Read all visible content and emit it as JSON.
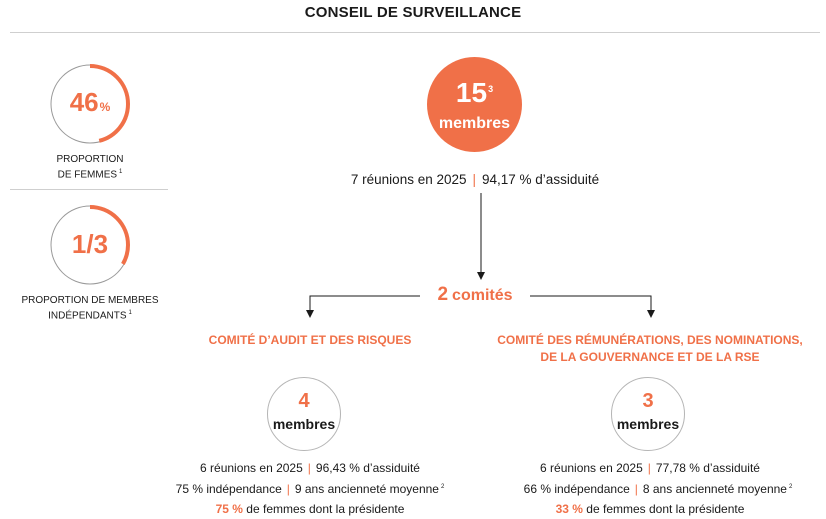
{
  "title": "CONSEIL DE SURVEILLANCE",
  "left_stats": [
    {
      "value": "46",
      "unit": "%",
      "label_line1": "PROPORTION",
      "label_line2": "DE FEMMES",
      "footnote": "1",
      "ring_fraction": 0.46
    },
    {
      "value": "1/3",
      "unit": "",
      "label_line1": "PROPORTION DE MEMBRES",
      "label_line2": "INDÉPENDANTS",
      "footnote": "1",
      "ring_fraction": 0.333
    }
  ],
  "board": {
    "count": "15",
    "footnote": "3",
    "members_label": "membres",
    "meetings": "7 réunions en 2025",
    "attendance": "94,17 % d’assiduité"
  },
  "committees_summary": {
    "count": "2",
    "label": "comités"
  },
  "committees": [
    {
      "title_line1": "COMITÉ D’AUDIT ET DES RISQUES",
      "title_line2": "",
      "members_count": "4",
      "members_label": "membres",
      "meetings": "6 réunions en 2025",
      "attendance": "96,43 % d’assiduité",
      "independence": "75 % indépendance",
      "seniority": "9 ans ancienneté moyenne",
      "seniority_footnote": "2",
      "women_pct": "75 %",
      "women_text": "de femmes dont la présidente"
    },
    {
      "title_line1": "COMITÉ DES RÉMUNÉRATIONS, DES NOMINATIONS,",
      "title_line2": "DE LA GOUVERNANCE ET DE LA RSE",
      "members_count": "3",
      "members_label": "membres",
      "meetings": "6 réunions en 2025",
      "attendance": "77,78 % d’assiduité",
      "independence": "66 % indépendance",
      "seniority": "8 ans ancienneté moyenne",
      "seniority_footnote": "2",
      "women_pct": "33 %",
      "women_text": "de femmes dont la présidente"
    }
  ],
  "colors": {
    "accent": "#f07048",
    "text": "#1a1a1a",
    "ring_gray": "#9a9a9a",
    "line": "#cfcfcf"
  },
  "separator": "|"
}
